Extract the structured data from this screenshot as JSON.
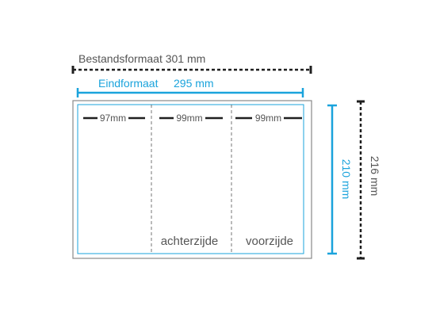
{
  "colors": {
    "dark": "#1f1f1f",
    "text": "#555555",
    "accent": "#1aa3dc",
    "sheet_border": "#888888",
    "fold_line": "#666666"
  },
  "file_format": {
    "label": "Bestandsformaat 301 mm",
    "height_label": "216 mm"
  },
  "final_format": {
    "label": "Eindformaat",
    "width_value": "295 mm",
    "height_label": "210 mm"
  },
  "panels": [
    {
      "width_label": "97mm",
      "side_label": ""
    },
    {
      "width_label": "99mm",
      "side_label": "achterzijde"
    },
    {
      "width_label": "99mm",
      "side_label": "voorzijde"
    }
  ]
}
